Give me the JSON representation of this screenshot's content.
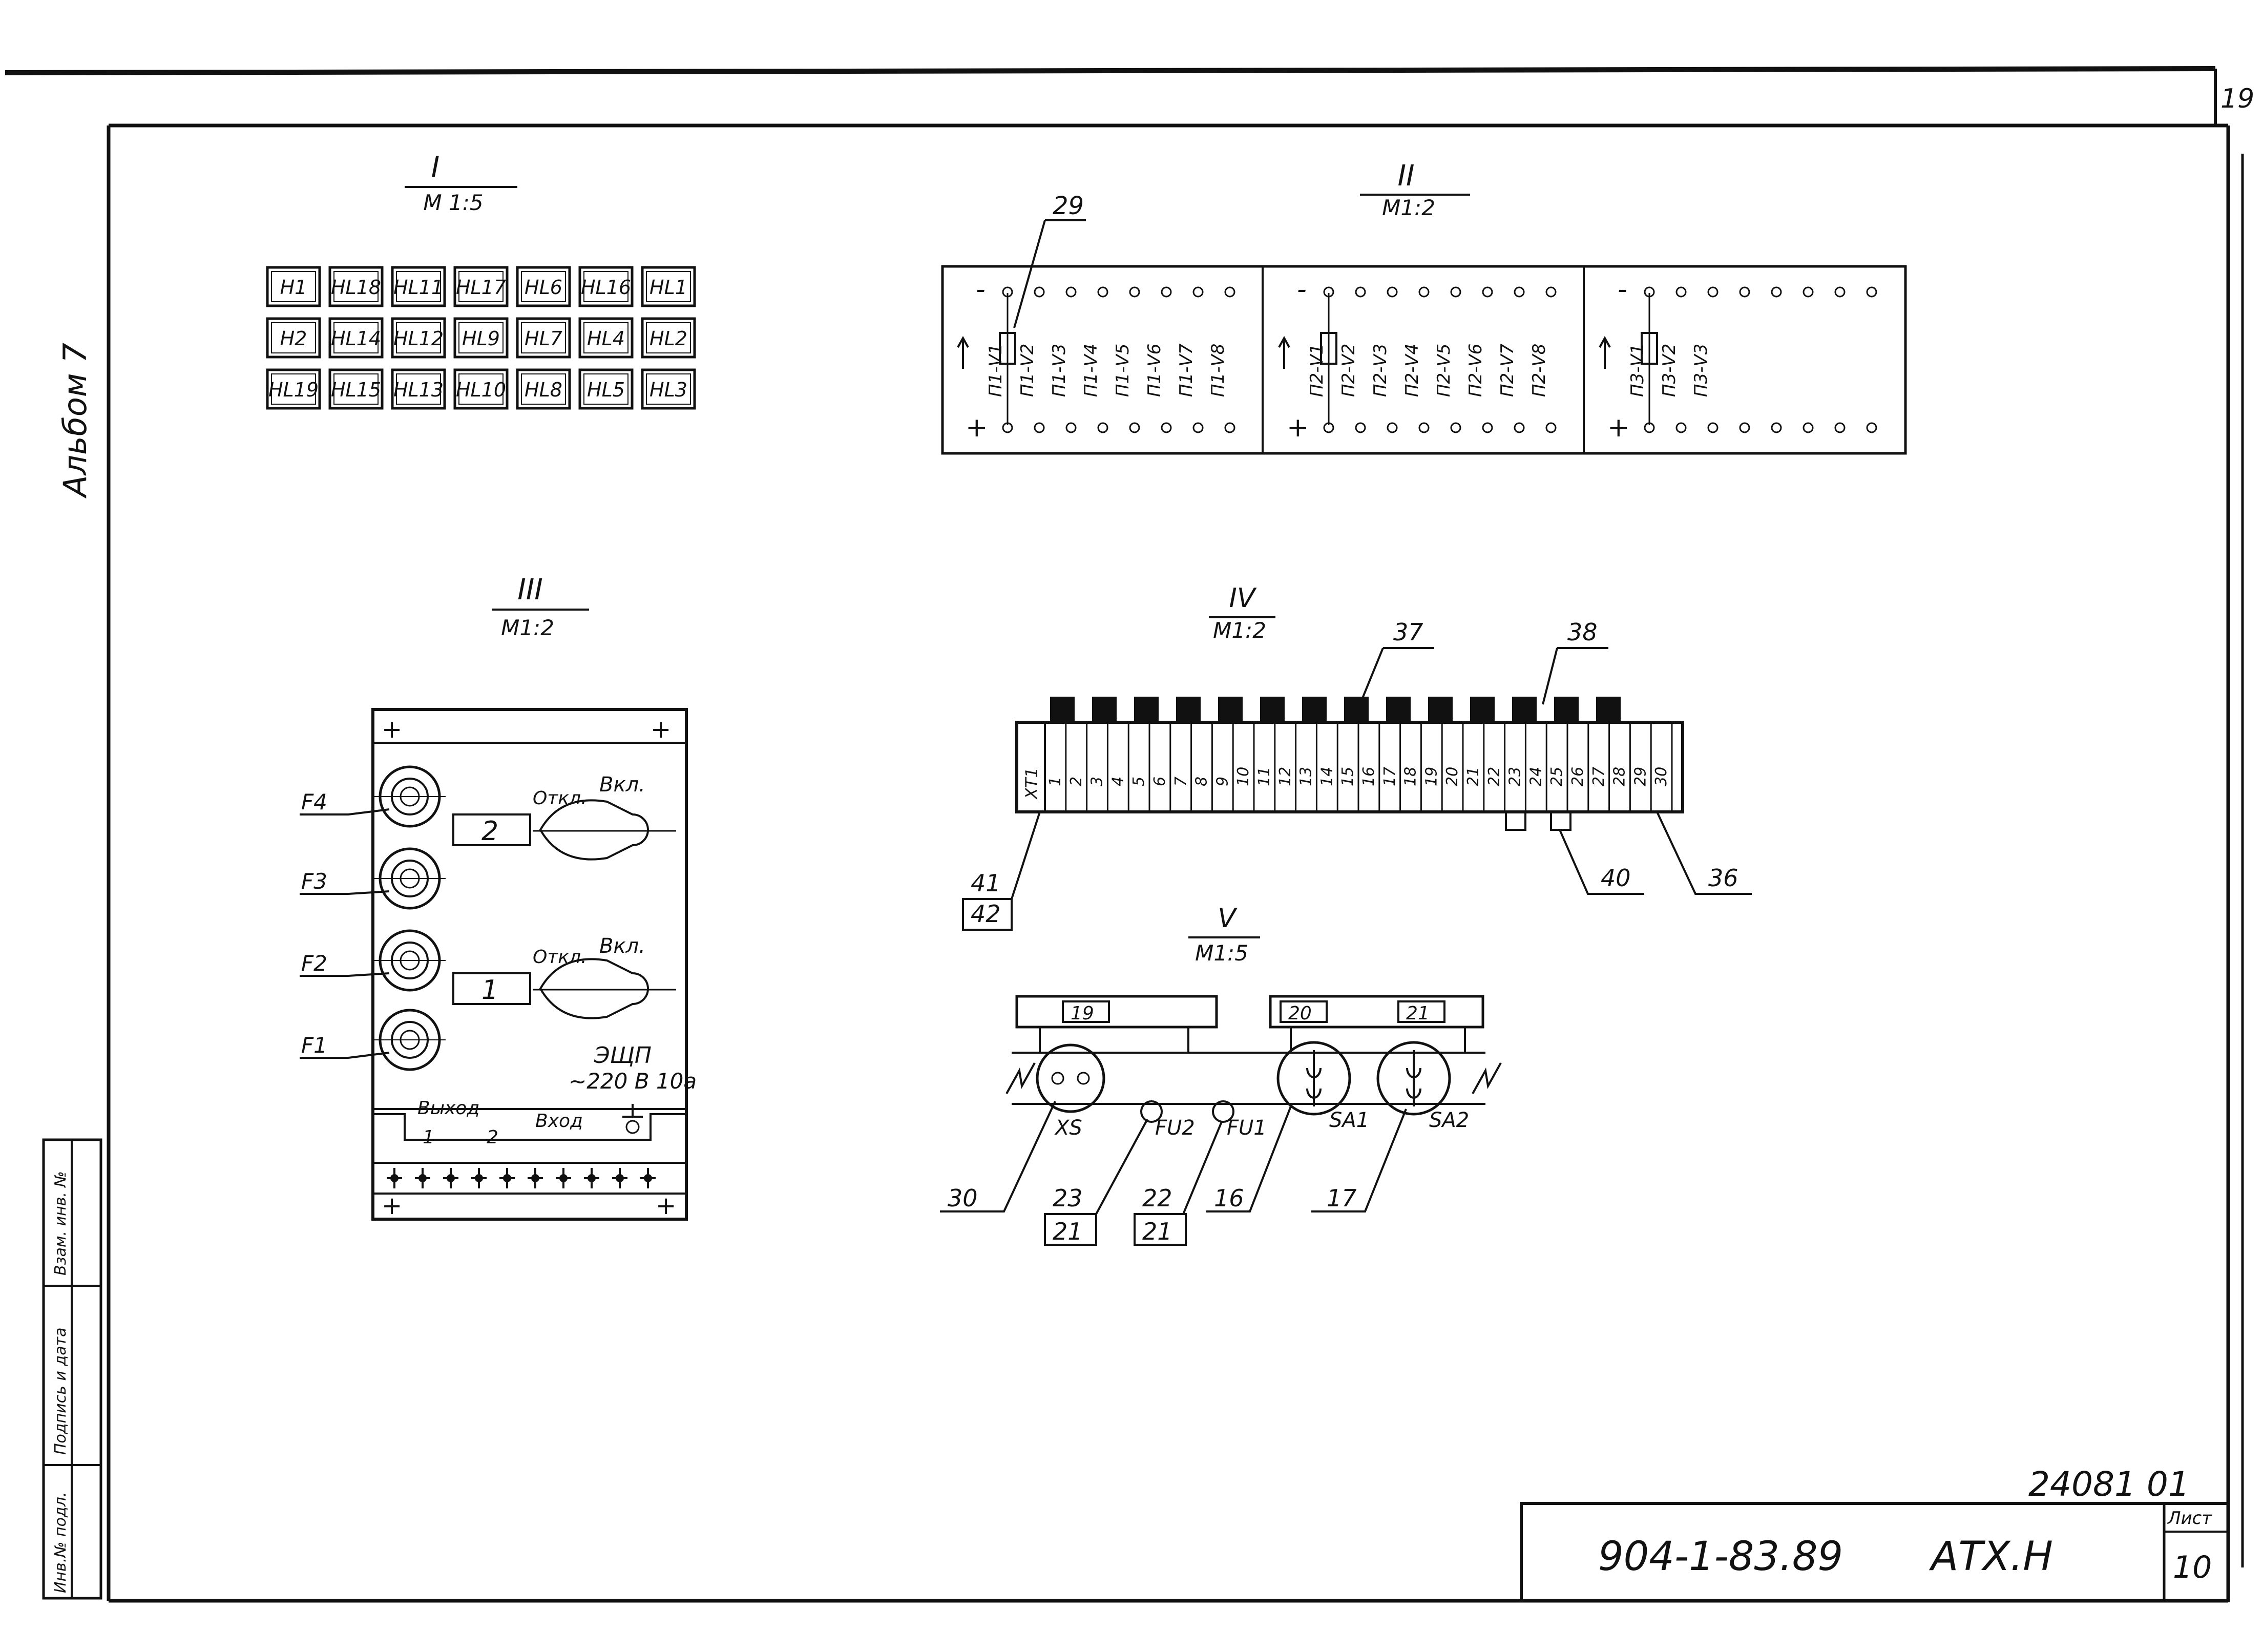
{
  "sheet": {
    "corner_number": "19",
    "album_label": "Альбом 7",
    "doc_code": "904-1-83.89",
    "doc_mark": "АТХ.Н",
    "archive_number": "24081 01",
    "sheet_label": "Лист",
    "sheet_number": "10",
    "side_stamp": [
      "Инв.№ подл.",
      "Подпись и дата",
      "Взам. инв. №"
    ]
  },
  "views": {
    "v1": {
      "numeral": "I",
      "scale": "М 1:5",
      "lamps": [
        [
          "H1",
          "HL18",
          "HL11",
          "HL17",
          "HL6",
          "HL16",
          "HL1"
        ],
        [
          "H2",
          "HL14",
          "HL12",
          "HL9",
          "HL7",
          "HL4",
          "HL2"
        ],
        [
          "HL19",
          "HL15",
          "HL13",
          "HL10",
          "HL8",
          "HL5",
          "HL3"
        ]
      ]
    },
    "v2": {
      "numeral": "II",
      "scale": "М1:2",
      "callout": "29",
      "minus": "-",
      "plus": "+",
      "blocks": [
        [
          "П1-V1",
          "П1-V2",
          "П1-V3",
          "П1-V4",
          "П1-V5",
          "П1-V6",
          "П1-V7",
          "П1-V8"
        ],
        [
          "П2-V1",
          "П2-V2",
          "П2-V3",
          "П2-V4",
          "П2-V5",
          "П2-V6",
          "П2-V7",
          "П2-V8"
        ],
        [
          "П3-V1",
          "П3-V2",
          "П3-V3"
        ]
      ]
    },
    "v3": {
      "numeral": "III",
      "scale": "М1:2",
      "fuses": [
        "F4",
        "F3",
        "F2",
        "F1"
      ],
      "switch_numbers": [
        "2",
        "1"
      ],
      "off_label": "Откл.",
      "on_label": "Вкл.",
      "panel_name": "ЭЩП",
      "panel_rating": "~220 В 10а",
      "out_label": "Выход",
      "out_nums": [
        "1",
        "2"
      ],
      "in_label": "Вход"
    },
    "v4": {
      "numeral": "IV",
      "scale": "М1:2",
      "strip_tag": "ХТ1",
      "terminals": [
        "1",
        "2",
        "3",
        "4",
        "5",
        "6",
        "7",
        "8",
        "9",
        "10",
        "11",
        "12",
        "13",
        "14",
        "15",
        "16",
        "17",
        "18",
        "19",
        "20",
        "21",
        "22",
        "23",
        "24",
        "25",
        "26",
        "27",
        "28",
        "29",
        "30"
      ],
      "callouts": {
        "a": "37",
        "b": "38",
        "c": "40",
        "d": "36",
        "e_top": "41",
        "e_bot": "42"
      }
    },
    "v5": {
      "numeral": "V",
      "scale": "М1:5",
      "labels": [
        "19",
        "20",
        "21"
      ],
      "parts": [
        "XS",
        "FU2",
        "FU1",
        "SA1",
        "SA2"
      ],
      "callouts": {
        "xs": "30",
        "fu2_top": "23",
        "fu2_bot": "21",
        "fu1_top": "22",
        "fu1_bot": "21",
        "sa1": "16",
        "sa2": "17"
      }
    }
  }
}
